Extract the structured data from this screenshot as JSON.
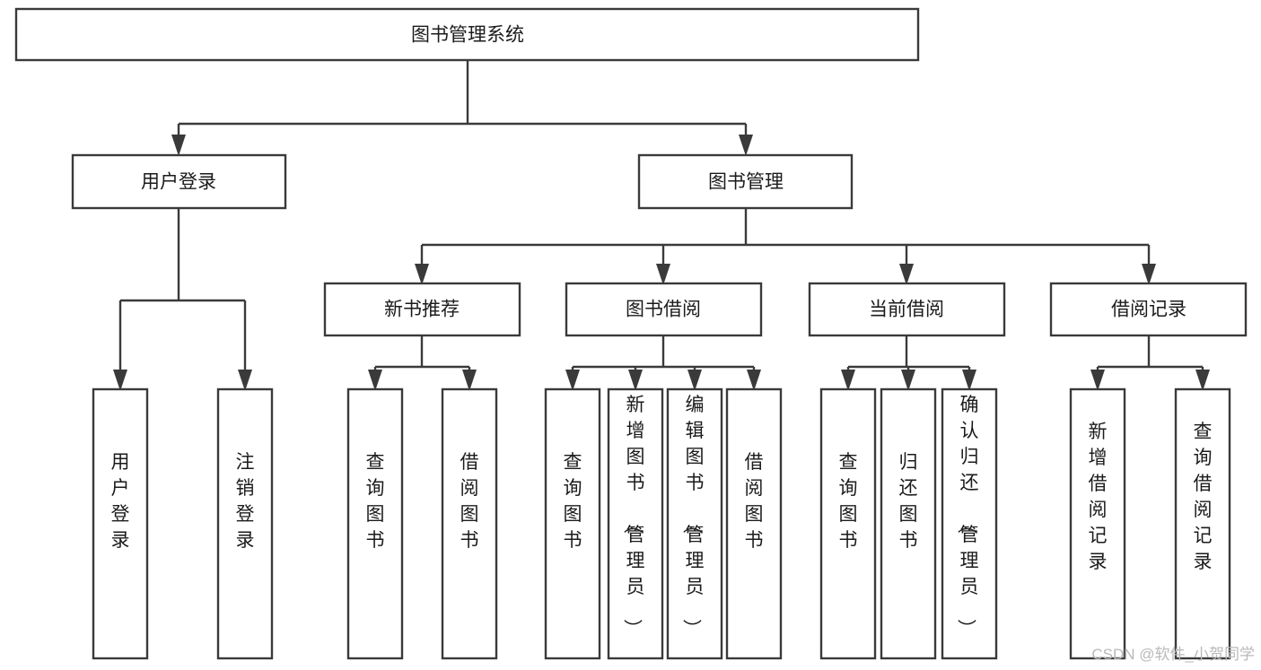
{
  "diagram": {
    "title": "图书管理系统",
    "type": "tree-hierarchy-chart",
    "orientation": "top-down",
    "colors": {
      "box_stroke": "#3a3a3a",
      "box_fill": "#ffffff",
      "connector": "#3a3a3a",
      "text": "#1b1b1b",
      "watermark": "#b9b9b9",
      "background": "#ffffff"
    },
    "root": {
      "id": "root",
      "label": "图书管理系统",
      "orientation": "horizontal"
    },
    "level2": [
      {
        "id": "user-login",
        "label": "用户登录",
        "orientation": "horizontal"
      },
      {
        "id": "book-manage",
        "label": "图书管理",
        "orientation": "horizontal"
      }
    ],
    "level3": [
      {
        "id": "new-book-recommend",
        "label": "新书推荐",
        "orientation": "horizontal",
        "parent": "book-manage"
      },
      {
        "id": "book-borrow",
        "label": "图书借阅",
        "orientation": "horizontal",
        "parent": "book-manage"
      },
      {
        "id": "current-borrow",
        "label": "当前借阅",
        "orientation": "horizontal",
        "parent": "book-manage"
      },
      {
        "id": "borrow-record",
        "label": "借阅记录",
        "orientation": "horizontal",
        "parent": "book-manage"
      }
    ],
    "leaves": [
      {
        "id": "leaf-user-login",
        "label": "用户登录",
        "orientation": "vertical",
        "parent": "user-login"
      },
      {
        "id": "leaf-logout",
        "label": "注销登录",
        "orientation": "vertical",
        "parent": "user-login"
      },
      {
        "id": "leaf-query-book-1",
        "label": "查询图书",
        "orientation": "vertical",
        "parent": "new-book-recommend"
      },
      {
        "id": "leaf-borrow-book-1",
        "label": "借阅图书",
        "orientation": "vertical",
        "parent": "new-book-recommend"
      },
      {
        "id": "leaf-query-book-2",
        "label": "查询图书",
        "orientation": "vertical",
        "parent": "book-borrow"
      },
      {
        "id": "leaf-add-book",
        "label": "新增图书（管理员）",
        "orientation": "vertical",
        "parent": "book-borrow"
      },
      {
        "id": "leaf-edit-book",
        "label": "编辑图书（管理员）",
        "orientation": "vertical",
        "parent": "book-borrow"
      },
      {
        "id": "leaf-borrow-book-2",
        "label": "借阅图书",
        "orientation": "vertical",
        "parent": "book-borrow"
      },
      {
        "id": "leaf-query-book-3",
        "label": "查询图书",
        "orientation": "vertical",
        "parent": "current-borrow"
      },
      {
        "id": "leaf-return-book",
        "label": "归还图书",
        "orientation": "vertical",
        "parent": "current-borrow"
      },
      {
        "id": "leaf-confirm-return",
        "label": "确认归还（管理员）",
        "orientation": "vertical",
        "parent": "current-borrow"
      },
      {
        "id": "leaf-add-record",
        "label": "新增借阅记录",
        "orientation": "vertical",
        "parent": "borrow-record"
      },
      {
        "id": "leaf-query-record",
        "label": "查询借阅记录",
        "orientation": "vertical",
        "parent": "borrow-record"
      }
    ]
  },
  "watermark": {
    "text": "CSDN @软件_小贺同学"
  }
}
